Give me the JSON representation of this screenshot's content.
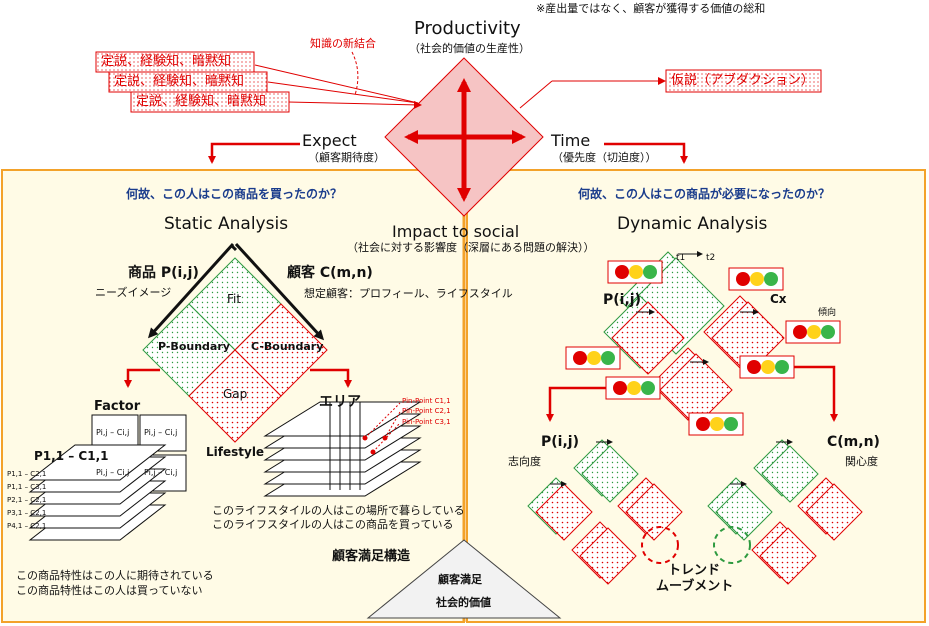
{
  "header": {
    "note": "※産出量ではなく、顧客が獲得する価値の総和",
    "title": "Productivity",
    "subtitle": "（社会的価値の生産性）"
  },
  "knowledge": {
    "label": "知識の新結合",
    "tags": [
      "定説、経験知、暗黙知",
      "定説、経験知、暗黙知",
      "定説、経験知、暗黙知"
    ],
    "hypothesis": "仮説（アブダクション）"
  },
  "axes": {
    "expect": "Expect",
    "expect_sub": "（顧客期待度）",
    "time": "Time",
    "time_sub": "（優先度（切迫度））"
  },
  "left": {
    "question": "何故、この人はこの商品を買ったのか？",
    "title": "Static Analysis",
    "product": "商品 P(i,j)",
    "product_sub": "ニーズイメージ",
    "customer": "顧客 C(m,n)",
    "customer_sub": "想定顧客：プロフィール、ライフスタイル",
    "fit": "Fit",
    "p_boundary": "P-Boundary",
    "c_boundary": "C-Boundary",
    "gap": "Gap",
    "factor": "Factor",
    "pair_label": "P1,1 – C1,1",
    "rows": [
      "P1,1 – C2,1",
      "P1,1 – C3,1",
      "P2,1 – C2,1",
      "P3,1 – C2,1",
      "P4,1 – C2,1"
    ],
    "cells": [
      "Pi,j – Ci,j",
      "Pi,j – Ci,j",
      "Pi,j – Ci,j",
      "Pi,j – Ci,j"
    ],
    "area": "エリア",
    "lifestyle": "Lifestyle",
    "pinpoints": [
      "Pin-Point C1,1",
      "Pin-Point C2,1",
      "Pin-Point C3,1"
    ],
    "lines": [
      "このライフスタイルの人はこの場所で暮らしている",
      "このライフスタイルの人はこの商品を買っている"
    ],
    "factor_lines": [
      "この商品特性はこの人に期待されている",
      "この商品特性はこの人は買っていない"
    ]
  },
  "center": {
    "impact": "Impact to social",
    "impact_sub": "（社会に対する影響度（深層にある問題の解決））",
    "structure": "顧客満足構造",
    "tri_top": "顧客満足",
    "tri_bottom": "社会的価値"
  },
  "right": {
    "question": "何故、この人はこの商品が必要になったのか？",
    "title": "Dynamic Analysis",
    "t1": "t1",
    "t2": "t2",
    "p": "P(i,j)",
    "cx": "Cx",
    "trend_label": "傾向",
    "p2": "P(i,j)",
    "p2_sub": "志向度",
    "c2": "C(m,n)",
    "c2_sub": "関心度",
    "trend1": "トレンド",
    "trend2": "ムーブメント"
  },
  "colors": {
    "red": "#e00000",
    "pale_red": "#f6c4c4",
    "pale_green": "#e6f4e4",
    "panel": "#fffbe6",
    "panel_border": "#f3a22a",
    "blue": "#1a3c8c"
  }
}
